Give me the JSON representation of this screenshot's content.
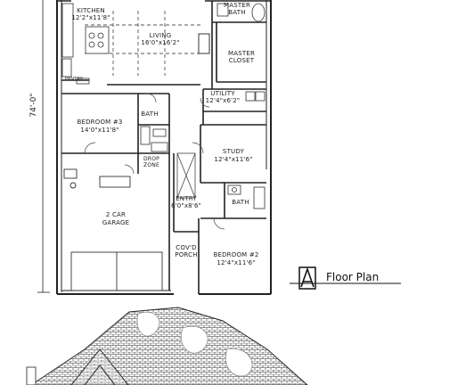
{
  "plan": {
    "overall_dimension": "74'-0\"",
    "title": "Floor Plan",
    "badge": "A"
  },
  "rooms": {
    "kitchen": {
      "name": "KITCHEN",
      "size": "12'2\"x11'8\""
    },
    "master_bath": {
      "name": "MASTER",
      "name2": "BATH"
    },
    "living": {
      "name": "LIVING",
      "size": "16'0\"x16'2\""
    },
    "master_closet": {
      "name": "MASTER",
      "name2": "CLOSET"
    },
    "pantry": {
      "name": "PANTRY"
    },
    "utility": {
      "name": "UTILITY",
      "size": "12'4\"x6'2\""
    },
    "bedroom3": {
      "name": "BEDROOM #3",
      "size": "14'0\"x11'8\""
    },
    "bath": {
      "name": "BATH"
    },
    "study": {
      "name": "STUDY",
      "size": "12'4\"x11'6\""
    },
    "drop_zone": {
      "name": "DROP",
      "name2": "ZONE"
    },
    "garage": {
      "name": "2 CAR",
      "name2": "GARAGE"
    },
    "entry": {
      "name": "ENTRY",
      "size": "6'0\"x8'6\""
    },
    "bath2": {
      "name": "BATH"
    },
    "covd_porch": {
      "name": "COV'D",
      "name2": "PORCH"
    },
    "bedroom2": {
      "name": "BEDROOM #2",
      "size": "12'4\"x11'6\""
    }
  }
}
